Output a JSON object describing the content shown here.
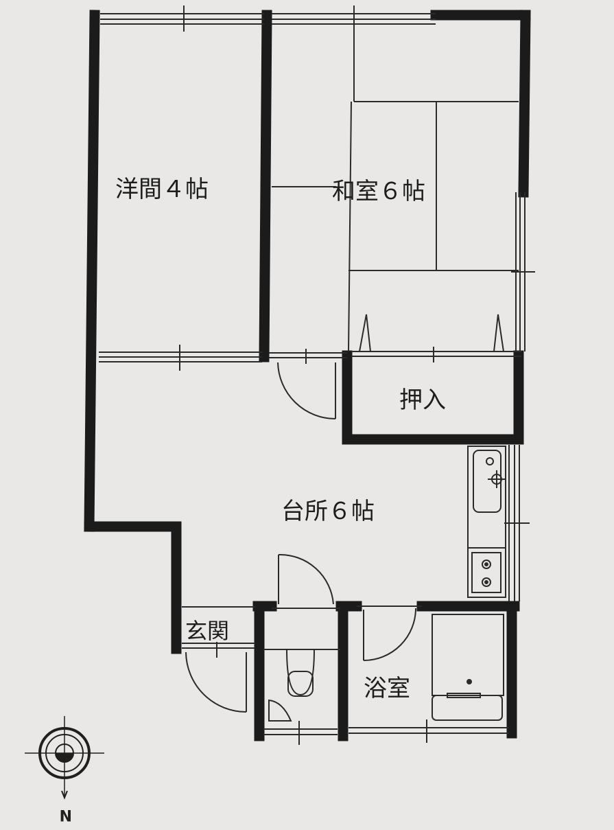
{
  "rooms": {
    "western_room": "洋間４帖",
    "japanese_room": "和室６帖",
    "closet": "押入",
    "kitchen": "台所６帖",
    "entrance": "玄関",
    "bathroom": "浴室"
  },
  "compass": {
    "north_marker": "N"
  },
  "colors": {
    "background": "#e9e8e6",
    "wall": "#1b1b1b",
    "line": "#2a2a2a"
  }
}
